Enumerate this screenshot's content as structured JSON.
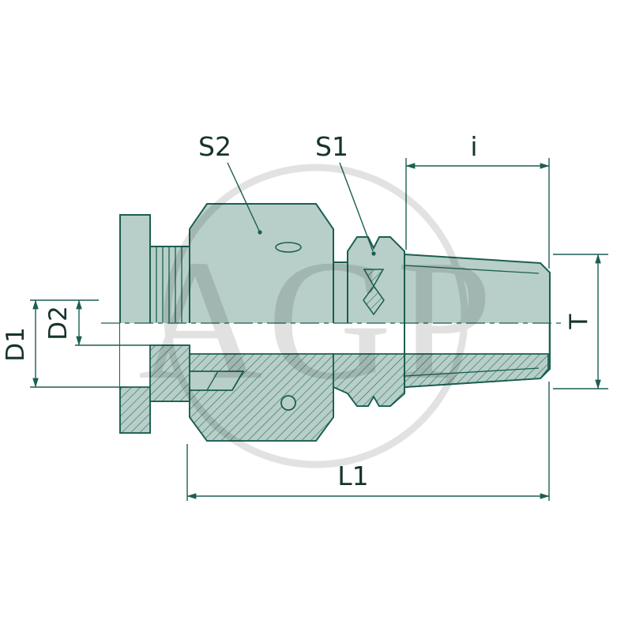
{
  "drawing": {
    "type": "technical-drawing-hydraulic-fitting",
    "colors": {
      "body_fill": "#b7cfc8",
      "line": "#1b5e52",
      "dimension_text": "#17332c",
      "watermark": "#c3c3c3",
      "background": "#ffffff"
    },
    "labels": {
      "s2": "S2",
      "s1": "S1",
      "i": "i",
      "d1": "D1",
      "d2": "D2",
      "t": "T",
      "l1": "L1"
    },
    "watermark": {
      "text": "AGP"
    }
  }
}
